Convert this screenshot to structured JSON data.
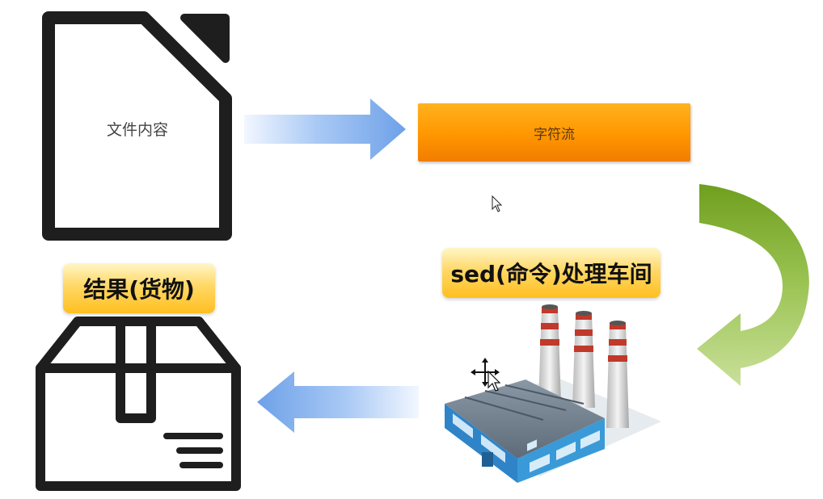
{
  "doc": {
    "label": "文件内容"
  },
  "stream": {
    "label": "字符流"
  },
  "factory": {
    "label": "sed(命令)处理车间"
  },
  "result": {
    "label": "结果(货物)"
  },
  "colors": {
    "doc_outline": "#222222",
    "stream_orange": "#ff9a00",
    "arrow_blue": "#8fb8f0",
    "curve_green": "#8db83a",
    "tag_yellow": "#ffd24a",
    "factory_blue": "#2f84c8"
  }
}
